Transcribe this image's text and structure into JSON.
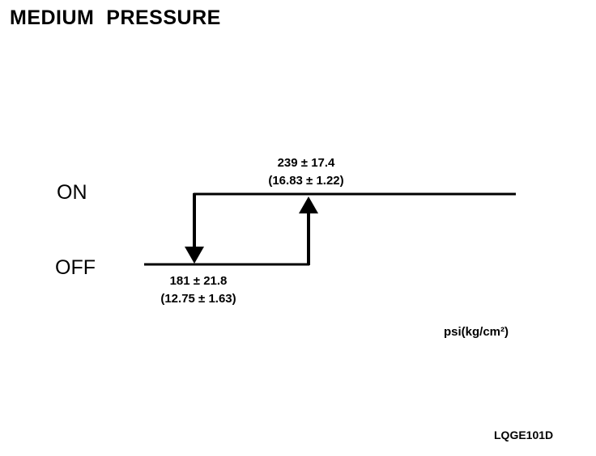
{
  "title": "MEDIUM  PRESSURE",
  "states": {
    "on": "ON",
    "off": "OFF"
  },
  "switch_on": {
    "value_psi": "239 ± 17.4",
    "value_kgcm2": "(16.83 ± 1.22)"
  },
  "switch_off": {
    "value_psi": "181 ± 21.8",
    "value_kgcm2": "(12.75 ± 1.63)"
  },
  "unit": "psi(kg/cm²)",
  "figure_code": "LQGE101D",
  "colors": {
    "ink": "#000000",
    "background": "#ffffff"
  }
}
